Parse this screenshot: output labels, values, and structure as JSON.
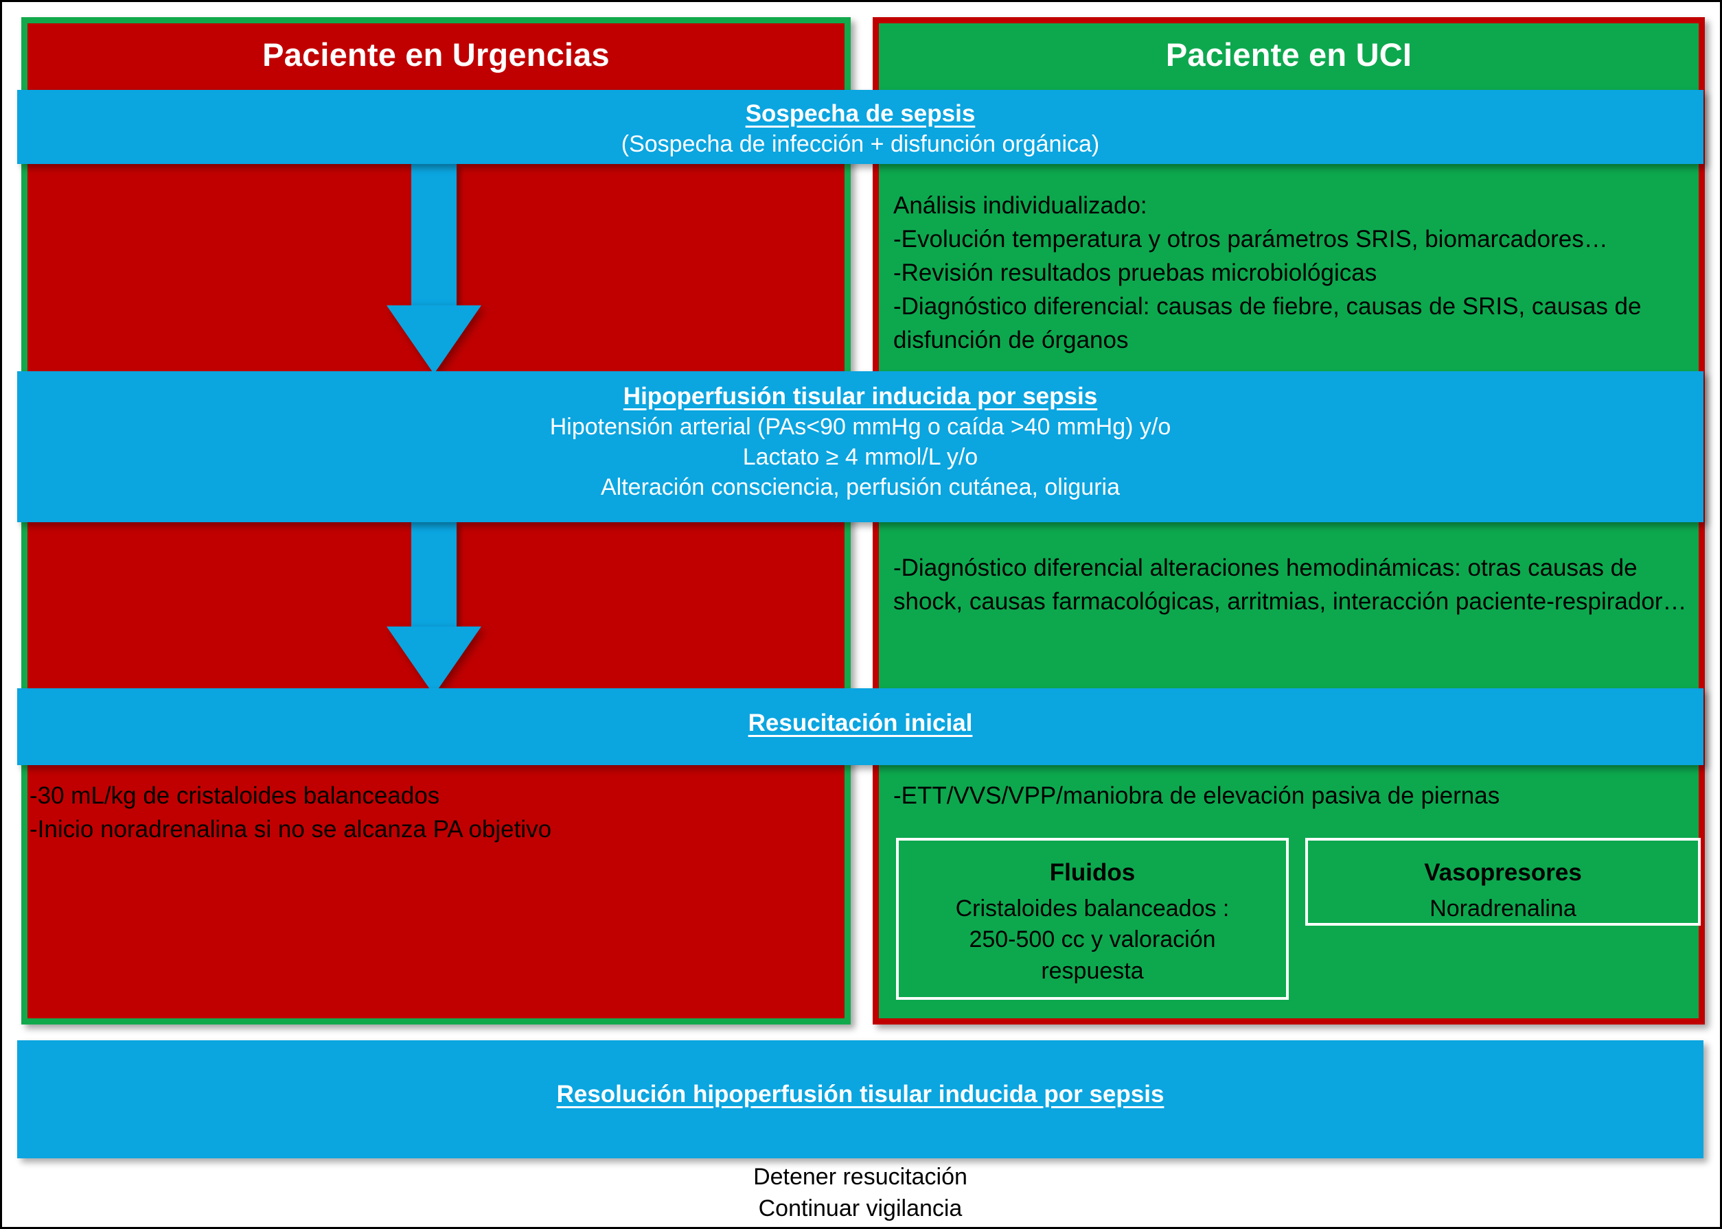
{
  "colors": {
    "red": "#C00000",
    "green": "#0DA84E",
    "blue": "#0BA5E0",
    "white": "#FFFFFF",
    "black": "#000000"
  },
  "columns": {
    "left": {
      "title": "Paciente en Urgencias"
    },
    "right": {
      "title": "Paciente en UCI"
    }
  },
  "bands": {
    "sepsis": {
      "title": "Sospecha de sepsis",
      "line1": "(Sospecha de infección + disfunción orgánica)"
    },
    "hipoperfusion": {
      "title": "Hipoperfusión tisular inducida por sepsis",
      "line1": "Hipotensión arterial (PAs<90 mmHg o caída >40 mmHg) y/o",
      "line2": "Lactato  ≥ 4 mmol/L  y/o",
      "line3": "Alteración consciencia, perfusión cutánea, oliguria"
    },
    "resucitacion": {
      "title": "Resucitación inicial"
    },
    "resolucion": {
      "title": "Resolución hipoperfusión tisular inducida por sepsis"
    }
  },
  "uci_analisis": {
    "heading": "Análisis individualizado:",
    "item1": "-Evolución temperatura y otros parámetros SRIS, biomarcadores…",
    "item2": "-Revisión resultados pruebas microbiológicas",
    "item3": "-Diagnóstico diferencial: causas de fiebre, causas de SRIS, causas de disfunción de órganos"
  },
  "uci_hemodinamica": {
    "item1": "-Diagnóstico diferencial alteraciones hemodinámicas: otras causas de shock, causas farmacológicas, arritmias, interacción paciente-respirador…"
  },
  "urgencias_resucitacion": {
    "item1": "-30 mL/kg de cristaloides balanceados",
    "item2": "-Inicio noradrenalina si no se alcanza PA objetivo"
  },
  "uci_resucitacion": {
    "item1": "-ETT/VVS/VPP/maniobra de elevación pasiva de piernas",
    "fluidos": {
      "title": "Fluidos",
      "line1": "Cristaloides balanceados :",
      "line2": "250-500 cc y valoración",
      "line3": "respuesta"
    },
    "vasopresores": {
      "title": "Vasopresores",
      "line1": "Noradrenalina"
    }
  },
  "footer": {
    "line1": "Detener resucitación",
    "line2": "Continuar vigilancia"
  }
}
